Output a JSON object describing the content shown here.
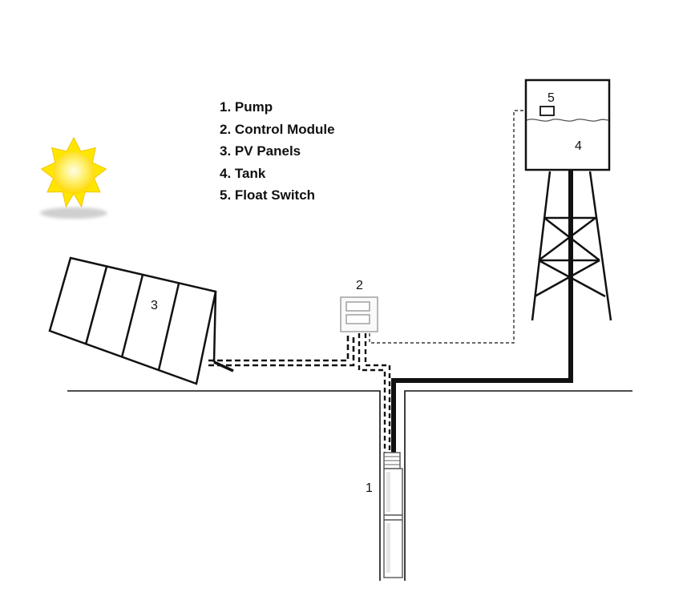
{
  "legend": {
    "items": [
      {
        "number": "1.",
        "label": "Pump"
      },
      {
        "number": "2.",
        "label": "Control Module"
      },
      {
        "number": "3.",
        "label": "PV Panels"
      },
      {
        "number": "4.",
        "label": "Tank"
      },
      {
        "number": "5.",
        "label": "Float Switch"
      }
    ]
  },
  "labels": {
    "pump": "1",
    "control_module": "2",
    "pv_panels": "3",
    "tank": "4",
    "float_switch": "5"
  },
  "icons": {
    "sun": "sun-icon",
    "pv_panels": "solar-panel-icon",
    "control_module": "control-box-icon",
    "tank": "water-tower-icon",
    "pump": "submersible-pump-icon",
    "float_switch": "float-switch-icon"
  },
  "colors": {
    "sun_fill": "#FFE600",
    "sun_core": "#FFFBD0",
    "line": "#111111",
    "background": "#FFFFFF"
  }
}
